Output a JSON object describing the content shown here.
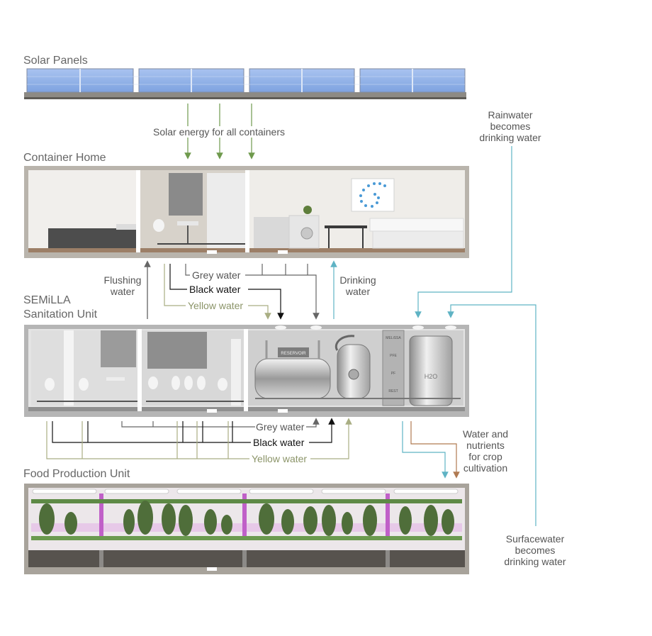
{
  "sections": {
    "solar": "Solar Panels",
    "home": "Container Home",
    "sanitation": [
      "SEMiLLA",
      "Sanitation Unit"
    ],
    "food": "Food Production Unit"
  },
  "flows": {
    "solar_energy": "Solar energy for all containers",
    "rainwater": [
      "Rainwater",
      "becomes",
      "drinking water"
    ],
    "surfacewater": [
      "Surfacewater",
      "becomes",
      "drinking water"
    ],
    "flushing": [
      "Flushing",
      "water"
    ],
    "drinking": [
      "Drinking",
      "water"
    ],
    "grey_upper": "Grey water",
    "black_upper": "Black water",
    "yellow_upper": "Yellow water",
    "grey_lower": "Grey water",
    "black_lower": "Black water",
    "yellow_lower": "Yellow water",
    "nutrients": [
      "Water and",
      "nutrients",
      "for crop",
      "cultivation"
    ]
  },
  "equipment_labels": {
    "tank": "RESERVOIR",
    "stack_1": "MELiSSA",
    "stack_2": "PFE",
    "stack_3": "PF",
    "stack_4": "REST",
    "tank_logo": "H2O"
  },
  "colors": {
    "solar_arrow": "#6f9a4d",
    "grey_water": "#666666",
    "black_water": "#111111",
    "yellow_water": "#a9ae83",
    "drinking_water": "#5fb3c4",
    "nutrients": "#b07a52"
  }
}
